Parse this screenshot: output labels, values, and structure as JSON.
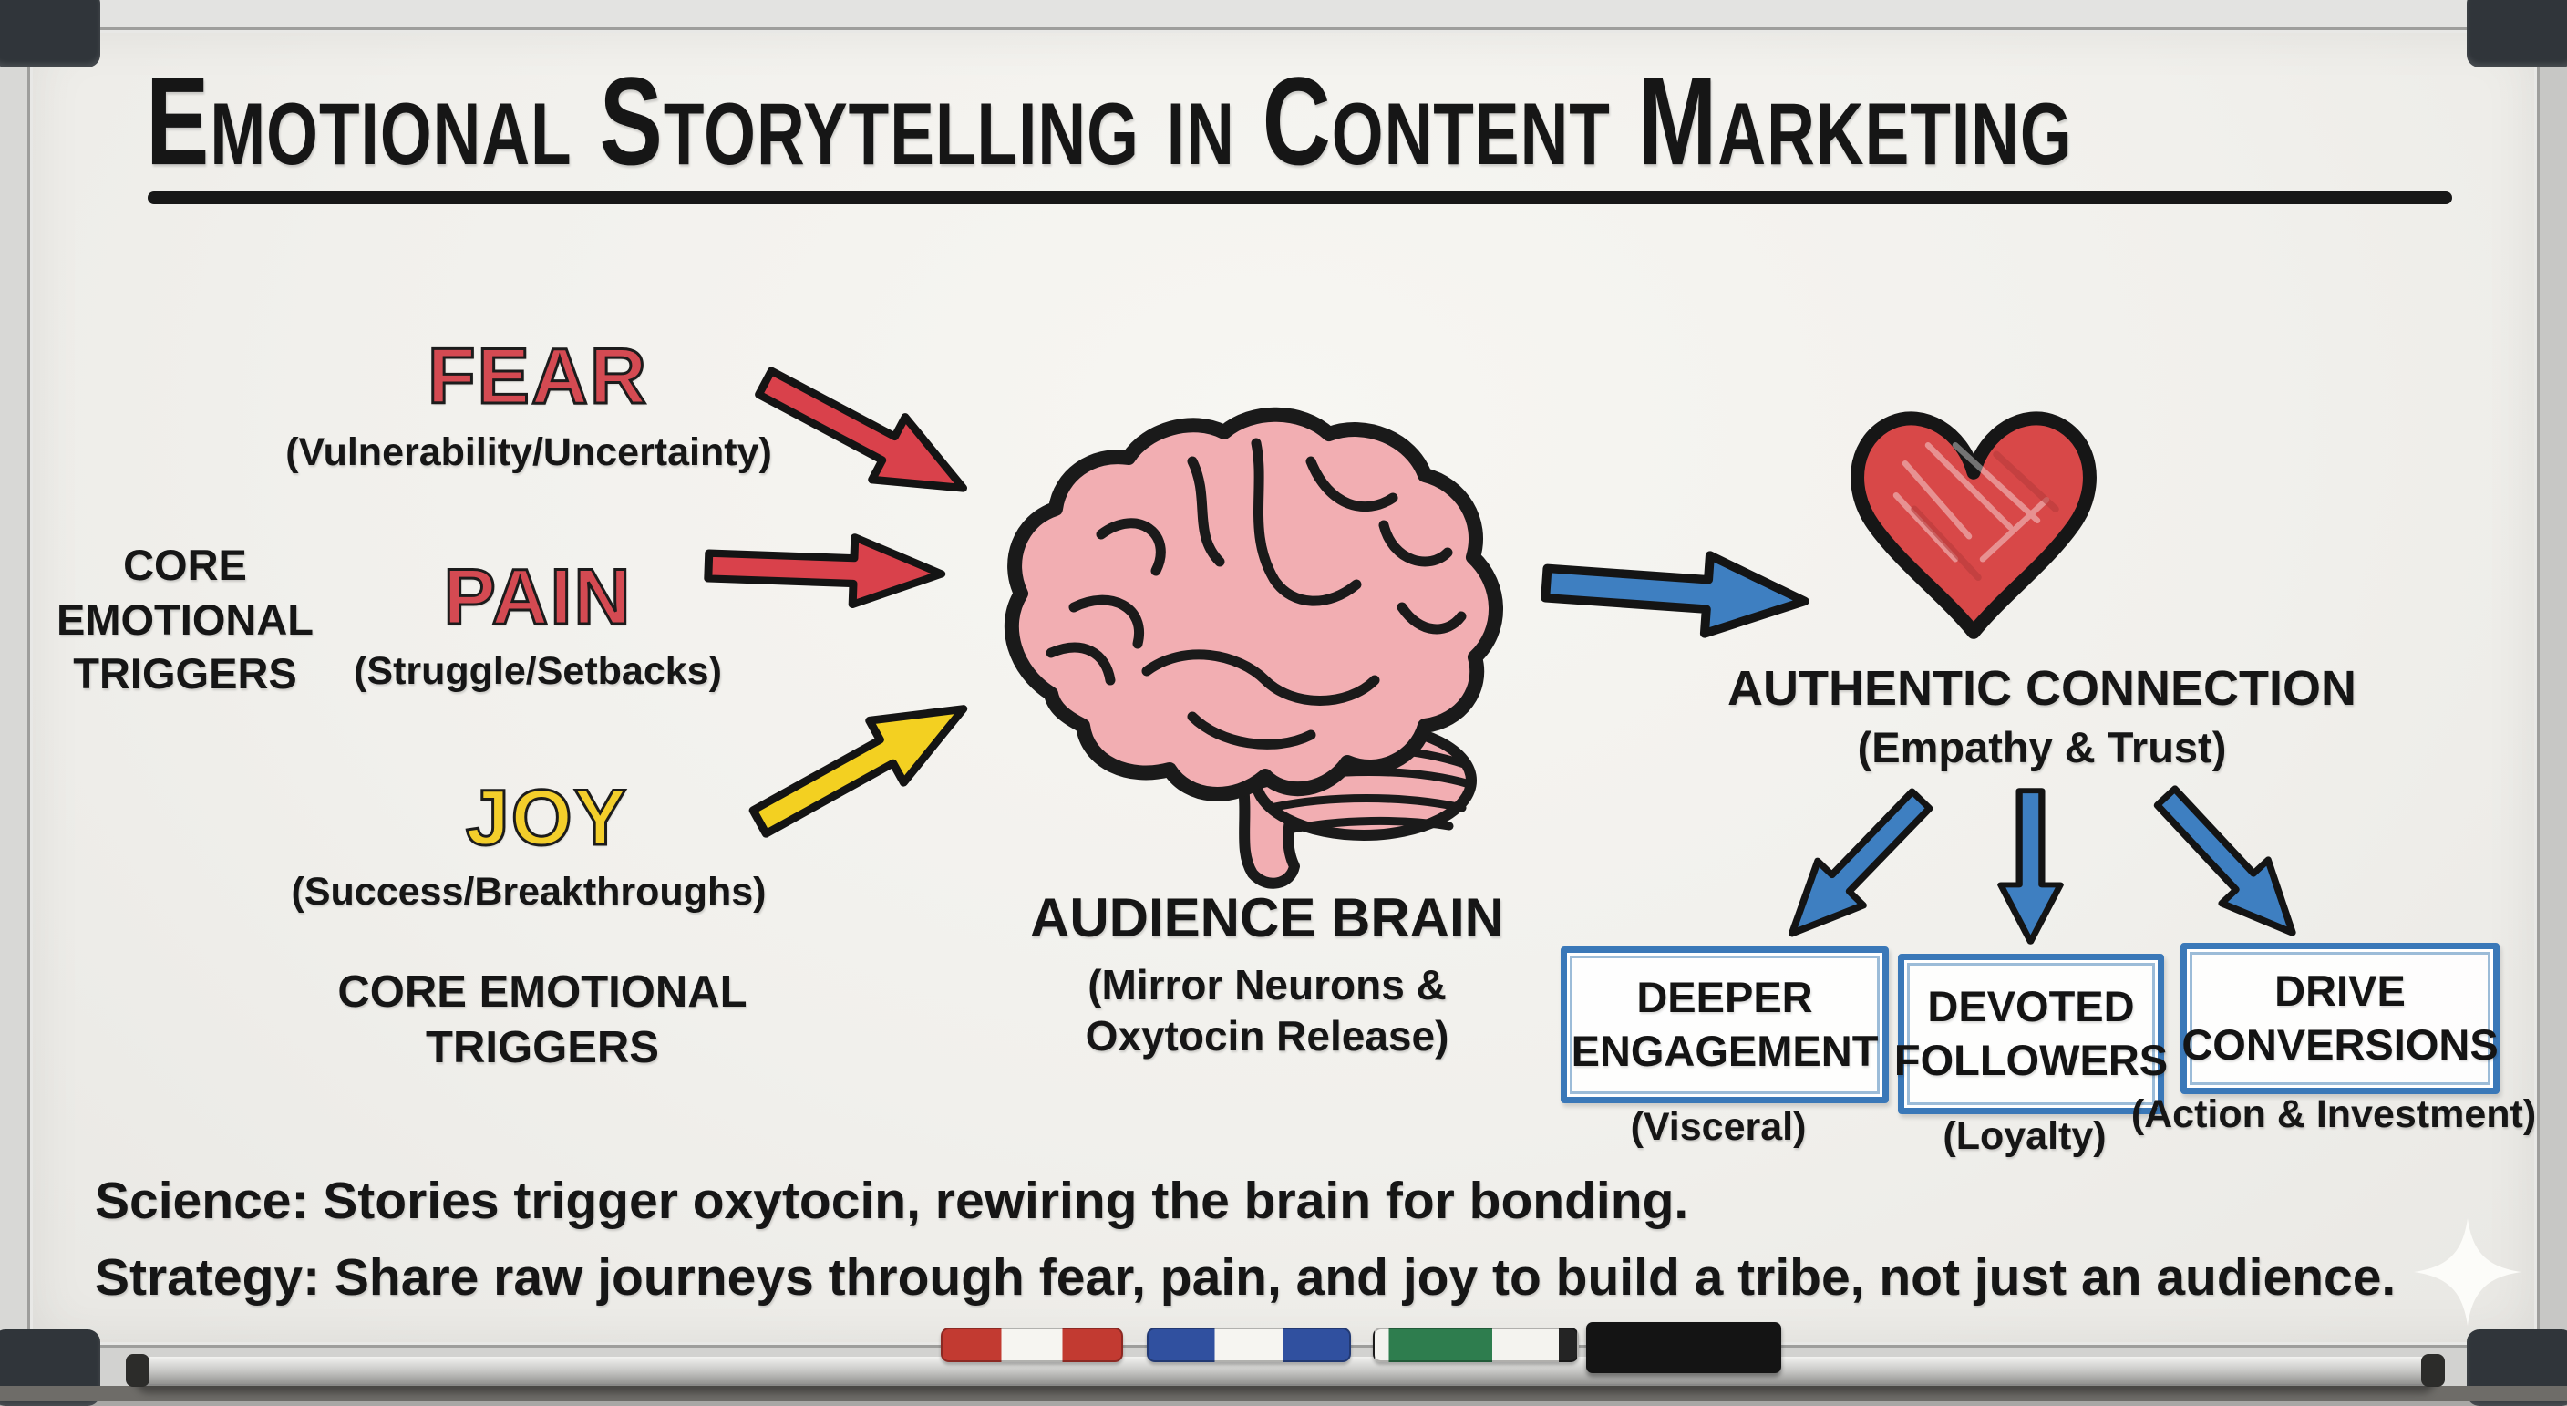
{
  "board": {
    "title": "Emotional Storytelling in Content Marketing",
    "side_label": {
      "line1": "CORE",
      "line2": "EMOTIONAL",
      "line3": "TRIGGERS"
    },
    "triggers": {
      "fear": {
        "label": "FEAR",
        "subtitle": "(Vulnerability/Uncertainty)"
      },
      "pain": {
        "label": "PAIN",
        "subtitle": "(Struggle/Setbacks)"
      },
      "joy": {
        "label": "JOY",
        "subtitle": "(Success/Breakthroughs)"
      }
    },
    "triggers_caption": {
      "line1": "CORE EMOTIONAL",
      "line2": "TRIGGERS"
    },
    "brain": {
      "label": "AUDIENCE BRAIN",
      "subtitle_line1": "(Mirror Neurons &",
      "subtitle_line2": "Oxytocin Release)"
    },
    "heart": {
      "label": "AUTHENTIC CONNECTION",
      "subtitle": "(Empathy & Trust)"
    },
    "outcomes": [
      {
        "line1": "DEEPER",
        "line2": "ENGAGEMENT",
        "caption": "(Visceral)"
      },
      {
        "line1": "DEVOTED",
        "line2": "FOLLOWERS",
        "caption": "(Loyalty)"
      },
      {
        "line1": "DRIVE",
        "line2": "CONVERSIONS",
        "caption": "(Action & Investment)"
      }
    ],
    "notes": [
      "Science: Stories trigger oxytocin, rewiring the brain for bonding.",
      "Strategy: Share raw journeys through fear, pain, and joy to build a tribe, not just an audience."
    ],
    "colors": {
      "red": "#d44a52",
      "yellow": "#f3ce2b",
      "blue": "#3e7fc1",
      "box_border": "#3a78b8",
      "ink": "#161616",
      "brain_pink": "#f2aeb2",
      "heart_red": "#d84848"
    }
  }
}
